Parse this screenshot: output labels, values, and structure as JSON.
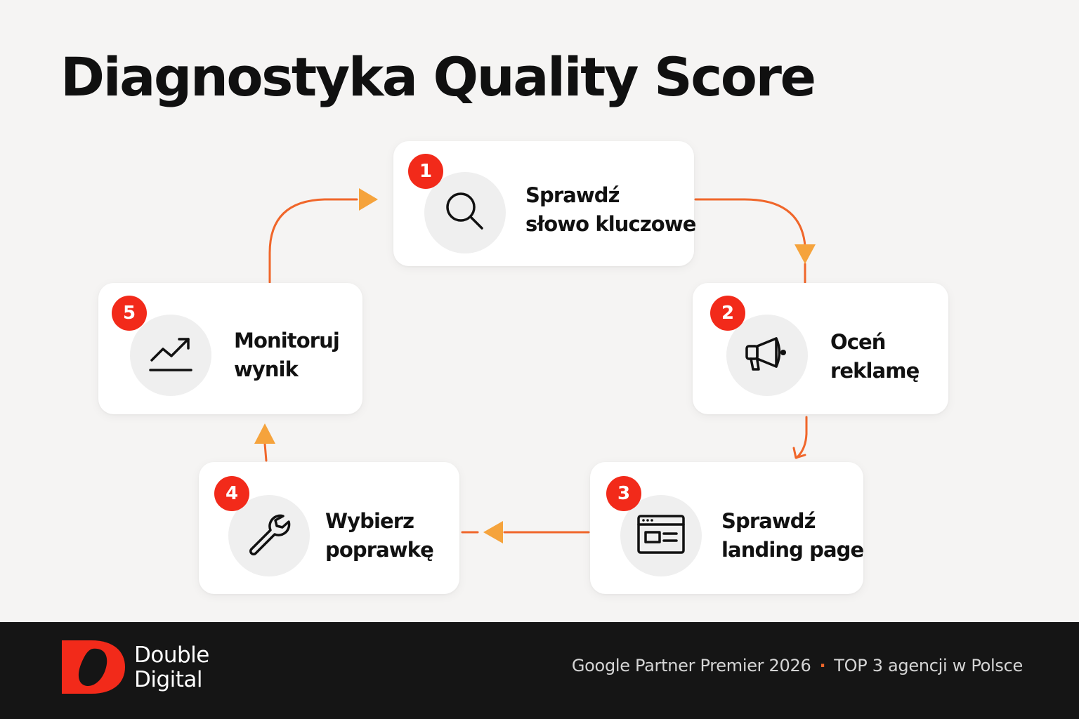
{
  "title": "Diagnostyka Quality Score",
  "colors": {
    "accent": "#f22a1a",
    "arrow": "#f0662a",
    "arrowhead": "#f5a33c",
    "background": "#f5f4f3",
    "footer_bg": "#151515"
  },
  "steps": [
    {
      "number": "1",
      "line1": "Sprawdź",
      "line2": "słowo kluczowe",
      "icon": "search-icon"
    },
    {
      "number": "2",
      "line1": "Oceń",
      "line2": "reklamę",
      "icon": "megaphone-icon"
    },
    {
      "number": "3",
      "line1": "Sprawdź",
      "line2": "landing page",
      "icon": "browser-window-icon"
    },
    {
      "number": "4",
      "line1": "Wybierz",
      "line2": "poprawkę",
      "icon": "wrench-icon"
    },
    {
      "number": "5",
      "line1": "Monitoruj",
      "line2": "wynik",
      "icon": "trend-up-chart-icon"
    }
  ],
  "footer": {
    "logo_line1": "Double",
    "logo_line2": "Digital",
    "tagline_part1": "Google Partner Premier 2026",
    "separator": "·",
    "tagline_part2": "TOP 3 agencji w Polsce"
  }
}
